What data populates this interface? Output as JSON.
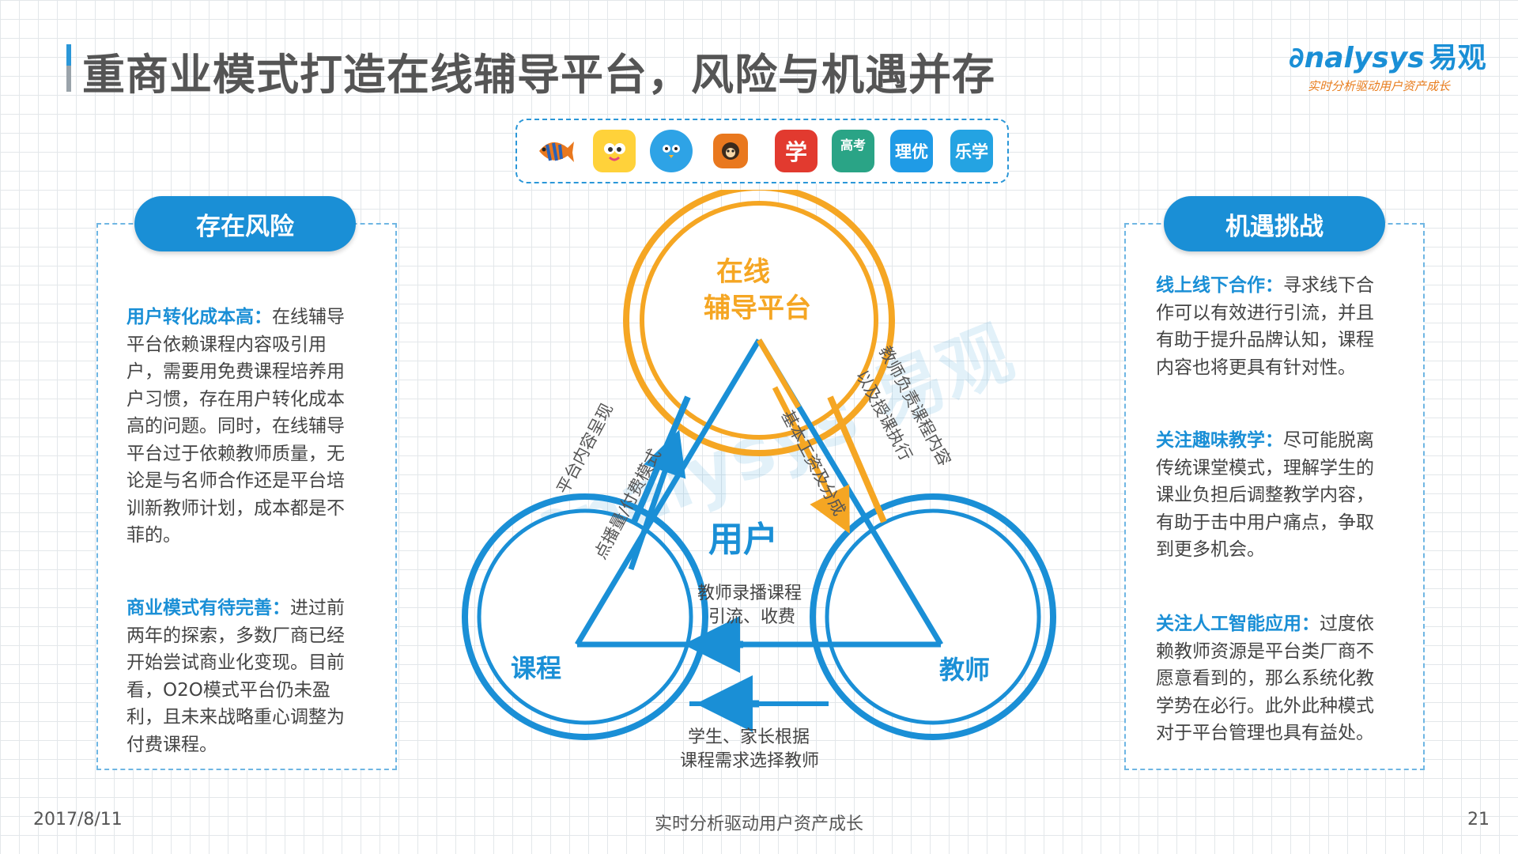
{
  "header": {
    "title": "重商业模式打造在线辅导平台，风险与机遇并存",
    "logo_text": "nalysys",
    "logo_cn": "易观",
    "logo_tagline": "实时分析驱动用户资产成长"
  },
  "apps": [
    {
      "icon": "fish-app-icon",
      "text": "",
      "color": "#ffffff"
    },
    {
      "icon": "cartoon-bird-app-icon",
      "text": "",
      "color": "#ffd23a"
    },
    {
      "icon": "blue-bird-app-icon",
      "text": "",
      "color": "#2ea3e6"
    },
    {
      "icon": "monkey-app-icon",
      "text": "",
      "color": "#e9781e"
    },
    {
      "icon": "xue-app-icon",
      "text": "学",
      "color": "#e23a2f"
    },
    {
      "icon": "gaokao-app-icon",
      "text": "高考",
      "color": "#2aa486"
    },
    {
      "icon": "liyou-app-icon",
      "text": "理优",
      "color": "#1f9be6"
    },
    {
      "icon": "lexue-app-icon",
      "text": "乐学",
      "color": "#24a3e2"
    }
  ],
  "risk": {
    "heading": "存在风险",
    "items": [
      {
        "title": "用户转化成本高：",
        "body": "在线辅导平台依赖课程内容吸引用户，需要用免费课程培养用户习惯，存在用户转化成本高的问题。同时，在线辅导平台过于依赖教师质量，无论是与名师合作还是平台培训新教师计划，成本都是不菲的。"
      },
      {
        "title": "商业模式有待完善：",
        "body": "进过前两年的探索，多数厂商已经开始尝试商业化变现。目前看，O2O模式平台仍未盈利，且未来战略重心调整为付费课程。"
      }
    ]
  },
  "opportunity": {
    "heading": "机遇挑战",
    "items": [
      {
        "title": "线上线下合作：",
        "body": "寻求线下合作可以有效进行引流，并且有助于提升品牌认知，课程内容也将更具有针对性。"
      },
      {
        "title": "关注趣味教学：",
        "body": "尽可能脱离传统课堂模式，理解学生的课业负担后调整教学内容，有助于击中用户痛点，争取到更多机会。"
      },
      {
        "title": "关注人工智能应用：",
        "body": "过度依赖教师资源是平台类厂商不愿意看到的，那么系统化教学势在必行。此外此种模式对于平台管理也具有益处。"
      }
    ]
  },
  "diagram": {
    "platform_line1": "在线",
    "platform_line2": "辅导平台",
    "user": "用户",
    "course": "课程",
    "teacher": "教师",
    "edge_platform_course": "平台内容呈现",
    "edge_user_platform": "点播量/付费模式",
    "edge_platform_user": "基本工资及分成",
    "edge_teacher_platform_1": "教师负责课程内容",
    "edge_teacher_platform_2": "以及授课执行",
    "edge_teacher_course_1": "教师录播课程",
    "edge_teacher_course_2": "引流、收费",
    "edge_bottom_1": "学生、家长根据",
    "edge_bottom_2": "课程需求选择教师",
    "colors": {
      "blue": "#1a8fd6",
      "orange": "#f5a623"
    }
  },
  "footer": {
    "date": "2017/8/11",
    "center": "实时分析驱动用户资产成长",
    "page": "21"
  }
}
